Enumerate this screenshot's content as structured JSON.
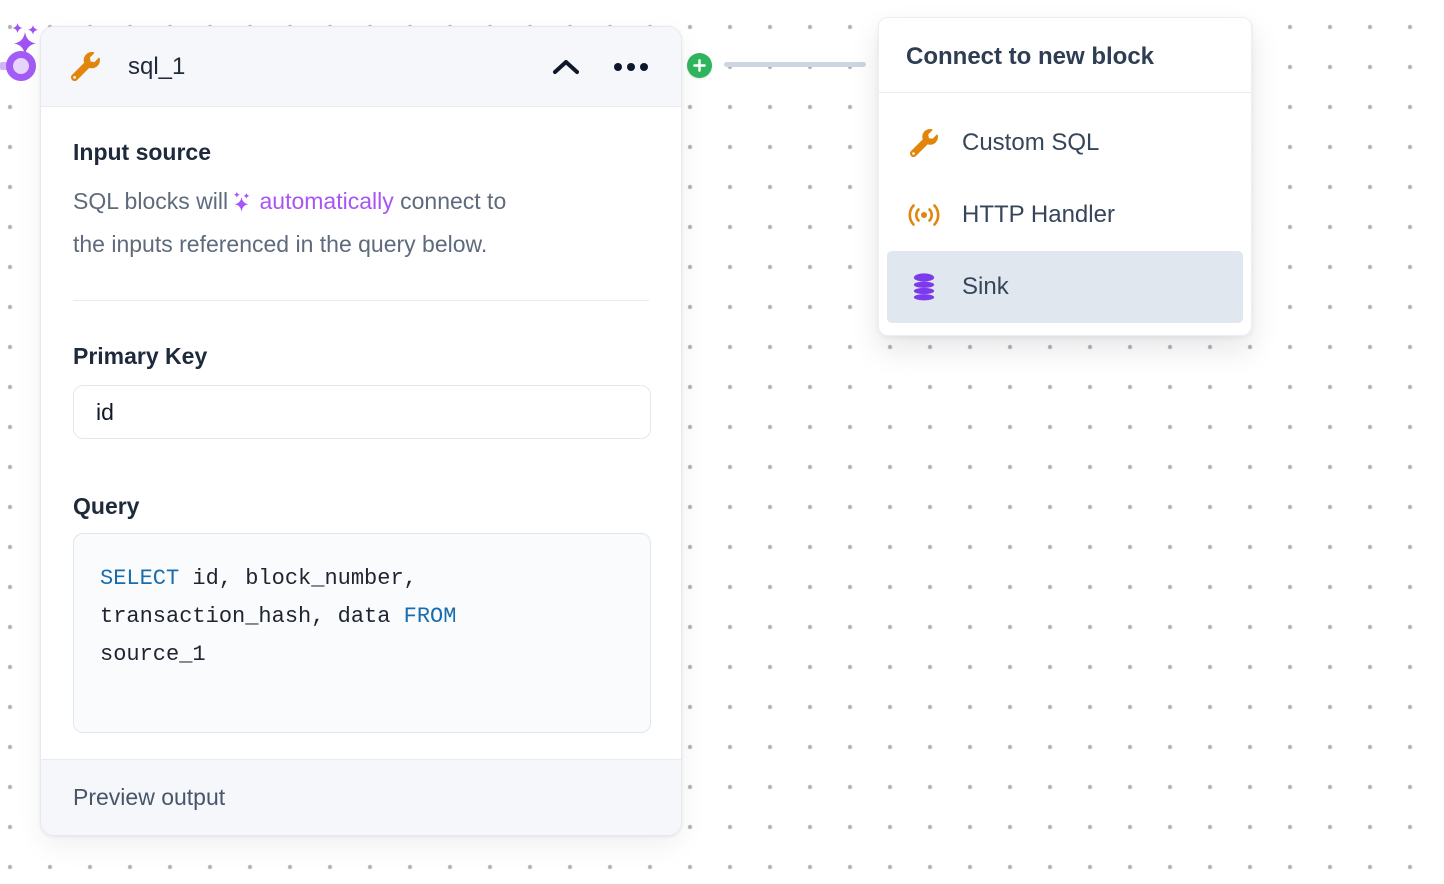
{
  "node": {
    "title": "sql_1",
    "input_source": {
      "heading": "Input source",
      "desc_before": "SQL blocks will",
      "desc_highlight": "automatically",
      "desc_after": "connect to",
      "desc_line2": "the inputs referenced in the query below."
    },
    "primary_key": {
      "label": "Primary Key",
      "value": "id"
    },
    "query": {
      "label": "Query",
      "code": {
        "kw_select": "SELECT",
        "seg1": " id, block_number,",
        "seg2": "transaction_hash, data ",
        "kw_from": "FROM",
        "seg3": "source_1"
      }
    },
    "footer": {
      "label": "Preview output"
    }
  },
  "menu": {
    "title": "Connect to new block",
    "items": [
      {
        "label": "Custom SQL",
        "icon": "wrench-icon",
        "selected": false
      },
      {
        "label": "HTTP Handler",
        "icon": "broadcast-icon",
        "selected": false
      },
      {
        "label": "Sink",
        "icon": "database-icon",
        "selected": true
      }
    ]
  },
  "colors": {
    "accent_purple": "#a855f7",
    "icon_orange": "#e1860b",
    "sink_purple": "#7c3aed",
    "plus_green": "#2db45c",
    "keyword_blue": "#1a6dad",
    "selected_row_bg": "#e1e7ef",
    "muted_text": "#5e6b7d",
    "connector_gray": "#cdd5e0"
  }
}
